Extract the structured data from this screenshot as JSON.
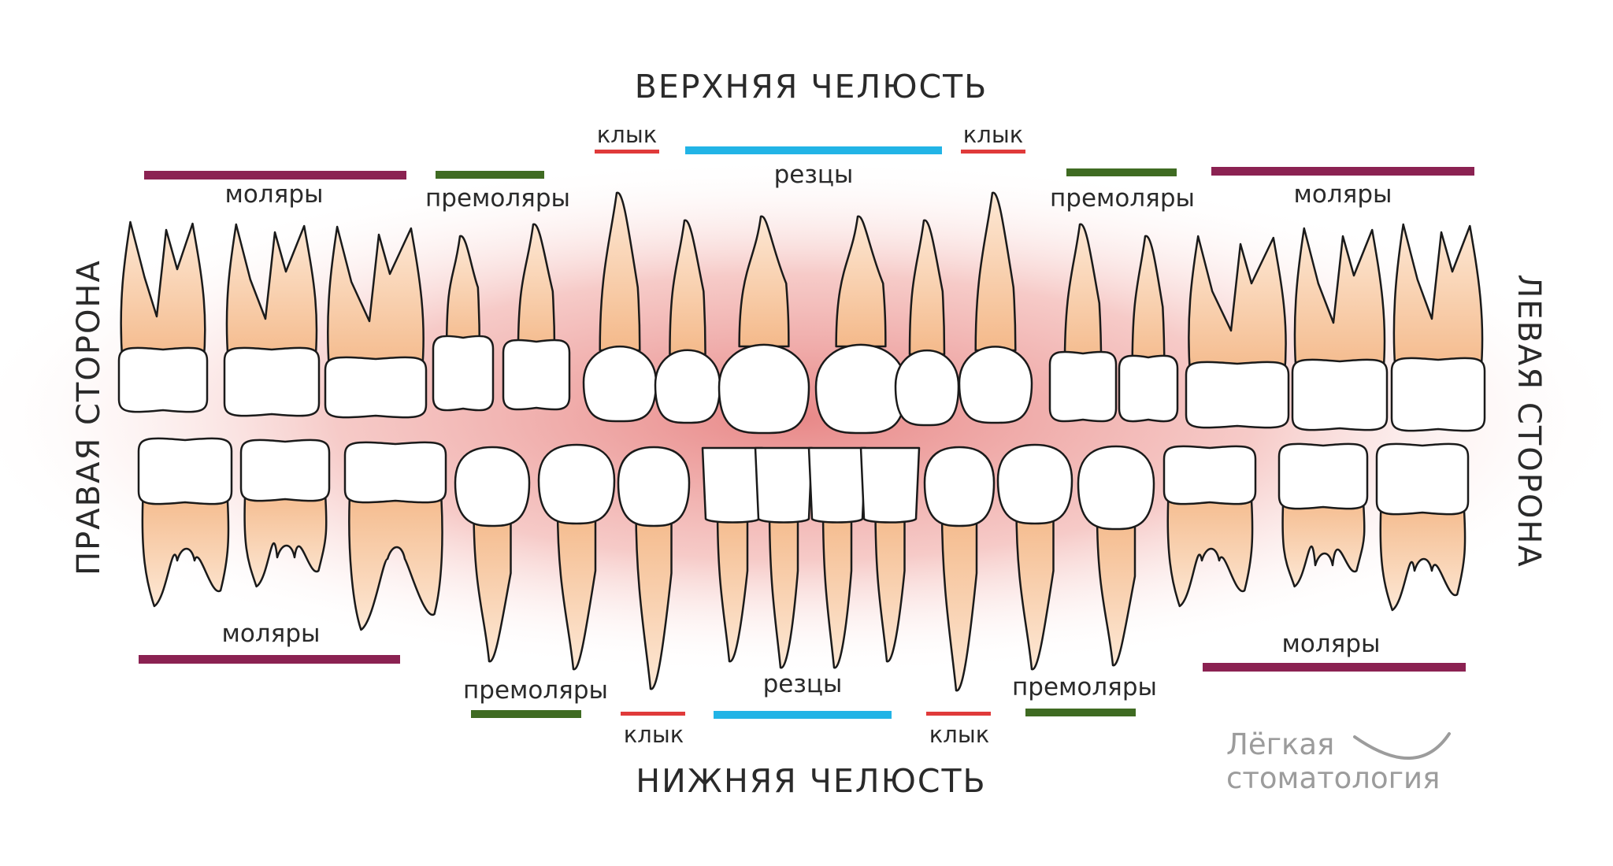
{
  "labels": {
    "upper_jaw": "ВЕРХНЯЯ ЧЕЛЮСТЬ",
    "lower_jaw": "НИЖНЯЯ ЧЕЛЮСТЬ",
    "right_side": "ПРАВАЯ СТОРОНА",
    "left_side": "ЛЕВАЯ СТОРОНА",
    "upper_molars_right": "моляры",
    "upper_premolars_right": "премоляры",
    "upper_canine_right": "клык",
    "upper_incisors": "резцы",
    "upper_canine_left": "клык",
    "upper_premolars_left": "премоляры",
    "upper_molars_left": "моляры",
    "lower_molars_right": "моляры",
    "lower_premolars_right": "премоляры",
    "lower_canine_right": "клык",
    "lower_incisors": "резцы",
    "lower_canine_left": "клык",
    "lower_premolars_left": "премоляры",
    "lower_molars_left": "моляры"
  },
  "logo": {
    "line1": "Лёгкая",
    "line2": "стоматология"
  },
  "colors": {
    "molar": "#8b2252",
    "premolar": "#3f6b22",
    "canine": "#e03a3a",
    "incisor": "#22b4e6",
    "gum": "#e06060",
    "root": "#f6c9a2",
    "crown": "#ffffff",
    "outline": "#1a1a1a",
    "text": "#2a2a2a",
    "logo": "#9c9c9c"
  }
}
